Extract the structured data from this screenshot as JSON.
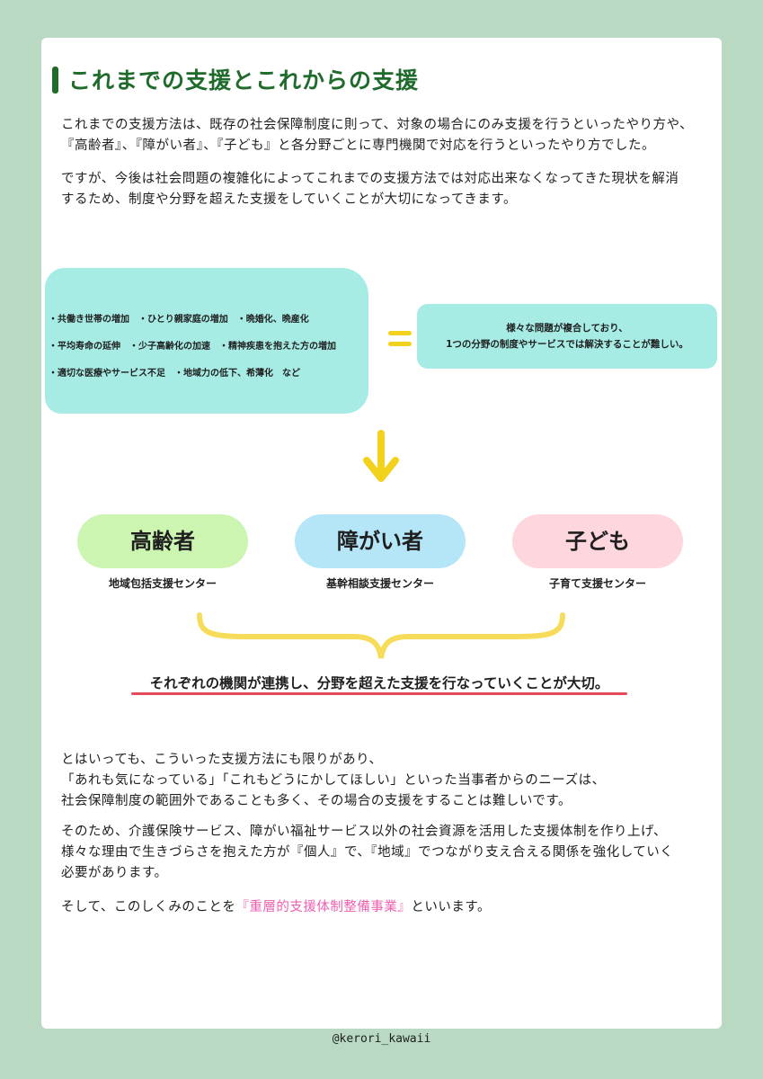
{
  "header": {
    "title": "これまでの支援とこれからの支援"
  },
  "intro": {
    "p1": "これまでの支援方法は、既存の社会保障制度に則って、対象の場合にのみ支援を行うといったやり方や、\n『高齢者』、『障がい者』、『子ども』と各分野ごとに専門機関で対応を行うといったやり方でした。",
    "p2": "ですが、今後は社会問題の複雑化によってこれまでの支援方法では対応出来なくなってきた現状を解消\nするため、制度や分野を超えた支援をしていくことが大切になってきます。"
  },
  "problems": {
    "line1": "・共働き世帯の増加　・ひとり親家庭の増加　・晩婚化、晩産化",
    "line2": "・平均寿命の延伸　・少子高齢化の加速　・精神疾患を抱えた方の増加",
    "line3": "・適切な医療やサービス不足　・地域力の低下、希薄化　など"
  },
  "result": {
    "text": "様々な問題が複合しており、\n1つの分野の制度やサービスでは解決することが難しい。"
  },
  "categories": [
    {
      "label": "高齢者",
      "center": "地域包括支援センター"
    },
    {
      "label": "障がい者",
      "center": "基幹相談支援センター"
    },
    {
      "label": "子ども",
      "center": "子育て支援センター"
    }
  ],
  "emphasis": "それぞれの機関が連携し、分野を超えた支援を行なっていくことが大切。",
  "body": {
    "p3": "とはいっても、こういった支援方法にも限りがあり、\n「あれも気になっている」「これもどうにかしてほしい」といった当事者からのニーズは、\n社会保障制度の範囲外であることも多く、その場合の支援をすることは難しいです。",
    "p4": "そのため、介護保険サービス、障がい福祉サービス以外の社会資源を活用した支援体制を作り上げ、\n様々な理由で生きづらさを抱えた方が『個人』で、『地域』でつながり支え合える関係を強化していく\n必要があります。",
    "p5_before": "そして、このしくみのことを",
    "p5_highlight": "『重層的支援体制整備事業』",
    "p5_after": "といいます。"
  },
  "footer": {
    "handle": "@kerori_kawaii"
  },
  "colors": {
    "background": "#b9d9c3",
    "title": "#1f6b2b",
    "box": "#a6ece4",
    "accent_yellow": "#f3d21d",
    "underline": "#e44a5a",
    "highlight": "#ef5fb0"
  }
}
